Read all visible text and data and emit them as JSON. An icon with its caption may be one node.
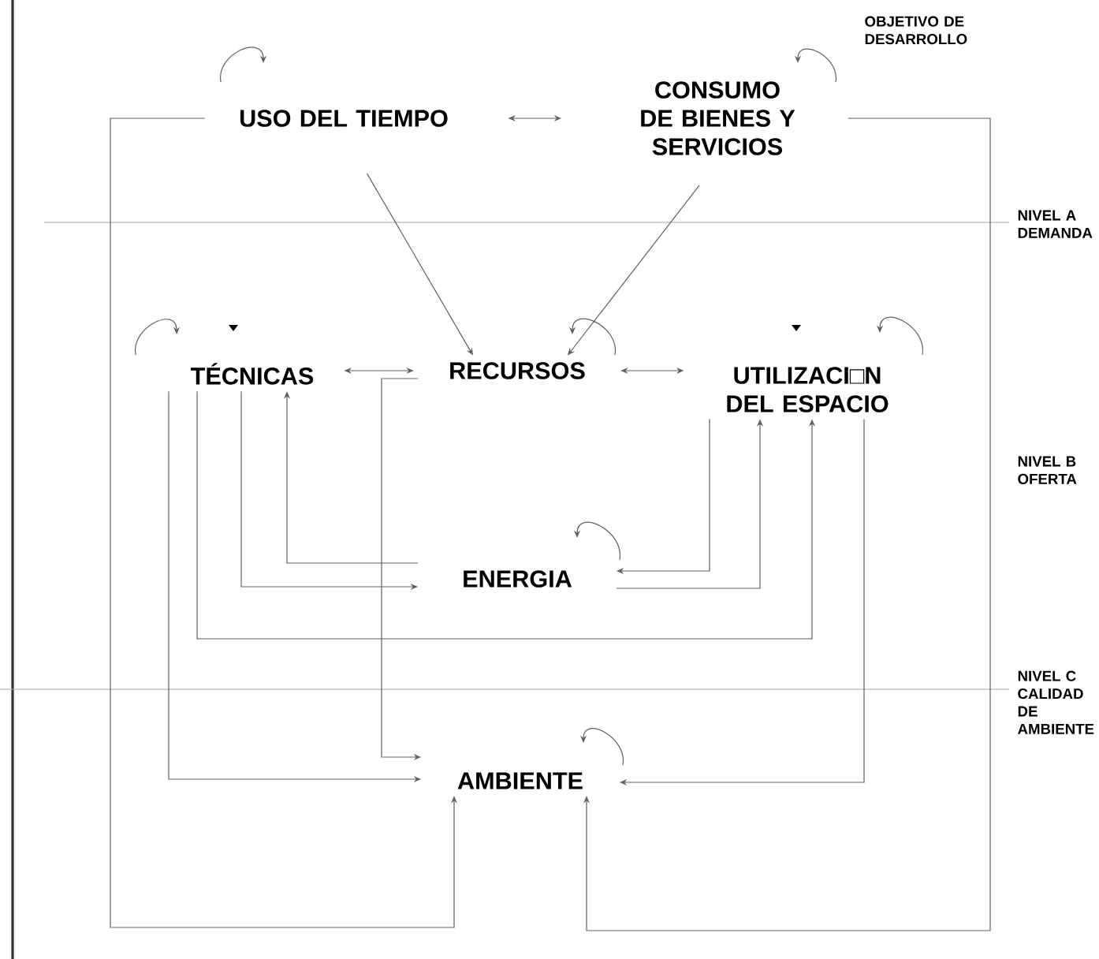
{
  "diagram": {
    "nodes": [
      {
        "text": [
          "USO DEL TIEMPO"
        ]
      },
      {
        "text": [
          "CONSUMO DE BIENES Y SERVICIOS"
        ]
      },
      {
        "text": [
          "TÉCNICAS"
        ]
      },
      {
        "text": [
          "RECURSOS"
        ]
      },
      {
        "text": [
          "UTILIZACI□N DEL ESPACIO"
        ]
      },
      {
        "text": [
          "ENERGIA"
        ]
      },
      {
        "text": [
          "AMBIENTE"
        ]
      }
    ],
    "edges": [
      {
        "from": 0,
        "to": 1,
        "arrow": "both"
      },
      {
        "from": 0,
        "to": 3,
        "arrow": "to"
      },
      {
        "from": 1,
        "to": 3,
        "arrow": "to"
      },
      {
        "from": 2,
        "to": 3,
        "arrow": "both"
      },
      {
        "from": 3,
        "to": 4,
        "arrow": "both"
      },
      {
        "from": 0,
        "to": 6,
        "arrow": "to"
      },
      {
        "from": 1,
        "to": 6,
        "arrow": "to"
      },
      {
        "from": 3,
        "to": 6,
        "arrow": "to"
      },
      {
        "from": 2,
        "to": 6,
        "arrow": "to"
      },
      {
        "from": 2,
        "to": 4,
        "arrow": "to"
      },
      {
        "from": 2,
        "to": 5,
        "arrow": "to"
      },
      {
        "from": 5,
        "to": 2,
        "arrow": "to"
      },
      {
        "from": 4,
        "to": 5,
        "arrow": "to"
      },
      {
        "from": 5,
        "to": 4,
        "arrow": "to"
      },
      {
        "from": 4,
        "to": 6,
        "arrow": "to"
      },
      {
        "from": 0,
        "to": 0,
        "arrow": "to"
      },
      {
        "from": 1,
        "to": 1,
        "arrow": "to"
      },
      {
        "from": 2,
        "to": 2,
        "arrow": "to"
      },
      {
        "from": 3,
        "to": 3,
        "arrow": "to"
      },
      {
        "from": 4,
        "to": 4,
        "arrow": "to"
      },
      {
        "from": 5,
        "to": 5,
        "arrow": "to"
      },
      {
        "from": 6,
        "to": 6,
        "arrow": "to"
      }
    ],
    "labels": [
      "OBJETIVO DE DESARROLLO",
      "NIVEL A DEMANDA",
      "NIVEL B OFERTA",
      "NIVEL C CALIDAD DE AMBIENTE"
    ]
  }
}
